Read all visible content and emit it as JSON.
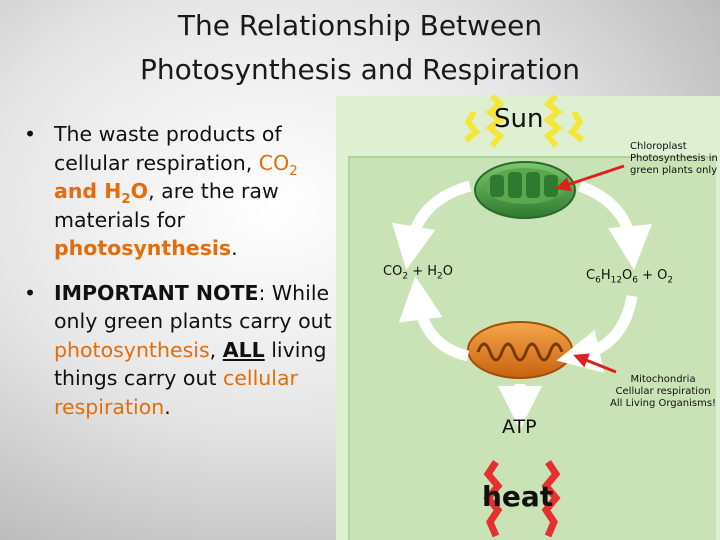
{
  "title": {
    "line1": "The Relationship Between",
    "line2": "Photosynthesis and Respiration"
  },
  "bullet1": {
    "marker": "•",
    "text_a": "The waste products of cellular respiration,",
    "co2_a": "CO",
    "co2_sub": "2",
    "and_h2o_a": "and H",
    "h2o_sub": "2",
    "h2o_b": "O",
    "text_b": ", are the raw materials for",
    "photosynthesis": "photosynthesis",
    "period": "."
  },
  "bullet2": {
    "marker": "•",
    "important": "IMPORTANT NOTE",
    "colon": ":",
    "text_a": "While only green plants carry out",
    "photosynthesis": "photosynthesis",
    "comma": ",",
    "all": "ALL",
    "text_b": "living things carry out",
    "cellular_respiration": "cellular respiration",
    "period": "."
  },
  "diagram": {
    "sun": "Sun",
    "chloroplast": {
      "line1": "Chloroplast",
      "line2": "Photosynthesis in",
      "line3": "green plants only"
    },
    "mitochondria": {
      "line1": "Mitochondria",
      "line2": "Cellular respiration",
      "line3": "All Living Organisms!"
    },
    "left_formula": {
      "co": "CO",
      "sub2": "2",
      "plus": "+ H",
      "sub2b": "2",
      "o": "O"
    },
    "right_formula": {
      "c": "C",
      "sub6": "6",
      "h": "H",
      "sub12": "12",
      "o": "O",
      "sub6b": "6",
      "plus": "+ O",
      "sub2": "2"
    },
    "atp": "ATP",
    "heat": "heat"
  },
  "colors": {
    "accent_orange": "#e46c0a",
    "arrow_red": "#e02020",
    "sun_yellow": "#f5e63a",
    "chloroplast_green": "#3f8f3a",
    "mitochondria_orange": "#e8821e"
  }
}
